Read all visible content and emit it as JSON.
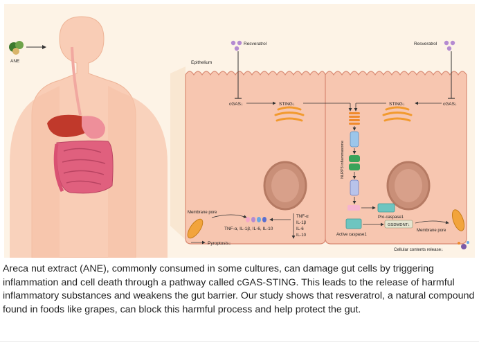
{
  "figure": {
    "labels": {
      "ane": "ANE",
      "epithelium": "Epithelium",
      "resveratrol_left": "Resveratrol",
      "resveratrol_right": "Resveratrol",
      "cgas_left": "cGAS↓",
      "sting_left": "STING↓",
      "sting_right": "STING↓",
      "cgas_right": "cGAS↓",
      "nlrp3": "NLRP3 inflammasome",
      "pro_caspase": "Pro-caspase1",
      "active_caspase": "Active caspase1",
      "gsdmdnt": "GSDMDNT↓",
      "membrane_pore_left": "Membrane pore",
      "membrane_pore_right": "Membrane pore",
      "cytokines_row": "TNF-α, IL-1β, IL-6, IL-10",
      "cytokine_1": "TNF-α",
      "cytokine_2": "IL-1β",
      "cytokine_3": "IL-6",
      "cytokine_4": "IL-10",
      "pyroptosis": "Pyroptosis↓",
      "cellular_release": "Cellular contents release↓"
    },
    "colors": {
      "background": "#fdf3e6",
      "cell_fill": "#f7c6b0",
      "cell_stroke": "#d98a73",
      "nucleus": "#c98f78",
      "golgi": "#f29a2e",
      "body_skin": "#f9cdb6",
      "liver": "#c0392b",
      "intestine": "#e0607e",
      "nlrp3_orange": "#f08a2c",
      "nlrp3_blue": "#9cc6ea",
      "nlrp3_green": "#3aa35a",
      "caspase_teal": "#6ec5c0",
      "resveratrol": "#b58bd1"
    },
    "icons": [
      "ane-nut-icon",
      "resveratrol-molecule-icon",
      "membrane-pore-icon",
      "cytokine-dots-icon",
      "cellular-debris-icon"
    ]
  },
  "caption": "Areca nut extract (ANE), commonly consumed in some cultures, can damage gut cells by triggering inflammation and cell death through a pathway called cGAS-STING. This leads to the release of harmful inflammatory substances and weakens the gut barrier. Our study shows that resveratrol, a natural compound found in foods like grapes, can block this harmful process and help protect the gut."
}
